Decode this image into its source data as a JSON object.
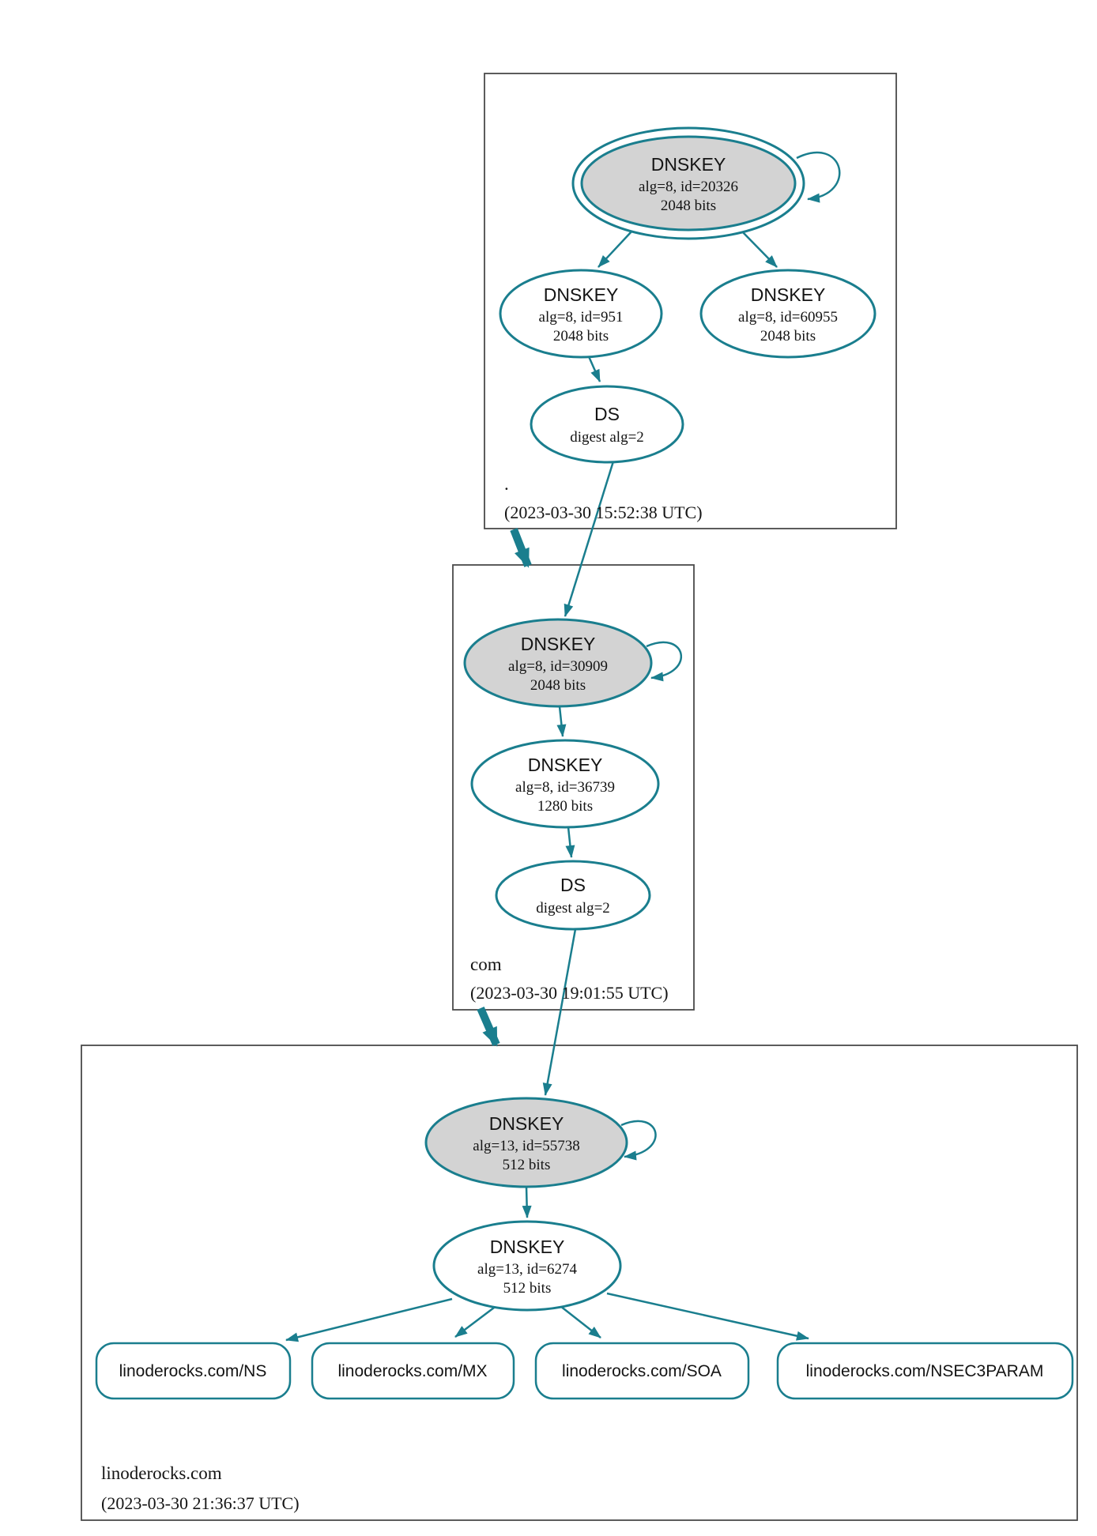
{
  "diagram": {
    "kind": "DNSSEC authentication chain graph",
    "colors": {
      "secure_teal": "#1a7e8e",
      "ksk_node_fill": "#d3d3d3",
      "node_fill": "#ffffff",
      "cluster_border": "#4a4a4a",
      "text": "#141414"
    },
    "zones": [
      {
        "name": ".",
        "timestamp": "(2023-03-30 15:52:38 UTC)",
        "ksk": {
          "type": "DNSKEY",
          "detail": "alg=8, id=20326",
          "bits": "2048 bits"
        },
        "zsk": {
          "type": "DNSKEY",
          "detail": "alg=8, id=951",
          "bits": "2048 bits"
        },
        "zsk2": {
          "type": "DNSKEY",
          "detail": "alg=8, id=60955",
          "bits": "2048 bits"
        },
        "ds": {
          "type": "DS",
          "detail": "digest alg=2"
        }
      },
      {
        "name": "com",
        "timestamp": "(2023-03-30 19:01:55 UTC)",
        "ksk": {
          "type": "DNSKEY",
          "detail": "alg=8, id=30909",
          "bits": "2048 bits"
        },
        "zsk": {
          "type": "DNSKEY",
          "detail": "alg=8, id=36739",
          "bits": "1280 bits"
        },
        "ds": {
          "type": "DS",
          "detail": "digest alg=2"
        }
      },
      {
        "name": "linoderocks.com",
        "timestamp": "(2023-03-30 21:36:37 UTC)",
        "ksk": {
          "type": "DNSKEY",
          "detail": "alg=13, id=55738",
          "bits": "512 bits"
        },
        "zsk": {
          "type": "DNSKEY",
          "detail": "alg=13, id=6274",
          "bits": "512 bits"
        },
        "rrsets": [
          "linoderocks.com/NS",
          "linoderocks.com/MX",
          "linoderocks.com/SOA",
          "linoderocks.com/NSEC3PARAM"
        ]
      }
    ]
  }
}
